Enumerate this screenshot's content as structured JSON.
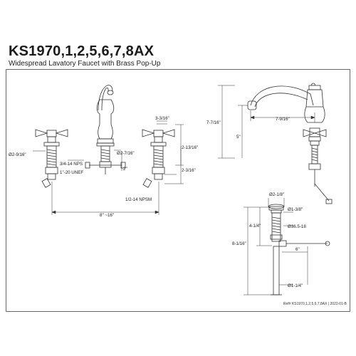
{
  "header": {
    "model": "KS1970,1,2,5,6,7,8AX",
    "subtitle": "Widespread Lavatory Faucet with Brass Pop-Up"
  },
  "footer": {
    "reference": "Ref# KS1970,1,2,5,6,7,8AX | 2022-01-B"
  },
  "dimensions": {
    "handle_dia": "Ø2-9/16\"",
    "unef": "1\"-20 UNEF",
    "nps": "3/4-14 NPS",
    "spout_base_dia": "Ø2-7/16\"",
    "spout_height_base": "2\"",
    "handle_width": "3-3/16\"",
    "handle_height": "2-13/16\"",
    "handle_shank": "2-3/16\"",
    "npsm": "1/2-14 NPSM",
    "spread": "8\" ~16\"",
    "spout_reach": "7-9/16\"",
    "overall_height": "7-7/16\"",
    "spout_clearance": "5\"",
    "drain_top_dia": "Ø2-1/8\"",
    "drain_flange_dia": "Ø1-3/8\"",
    "drain_upper": "4-1/4\"",
    "drain_thread": "Ø36.5-18",
    "drain_total": "8-1/16\"",
    "pivot_reach": "6\"",
    "tailpiece_dia": "Ø1-1/4\""
  }
}
